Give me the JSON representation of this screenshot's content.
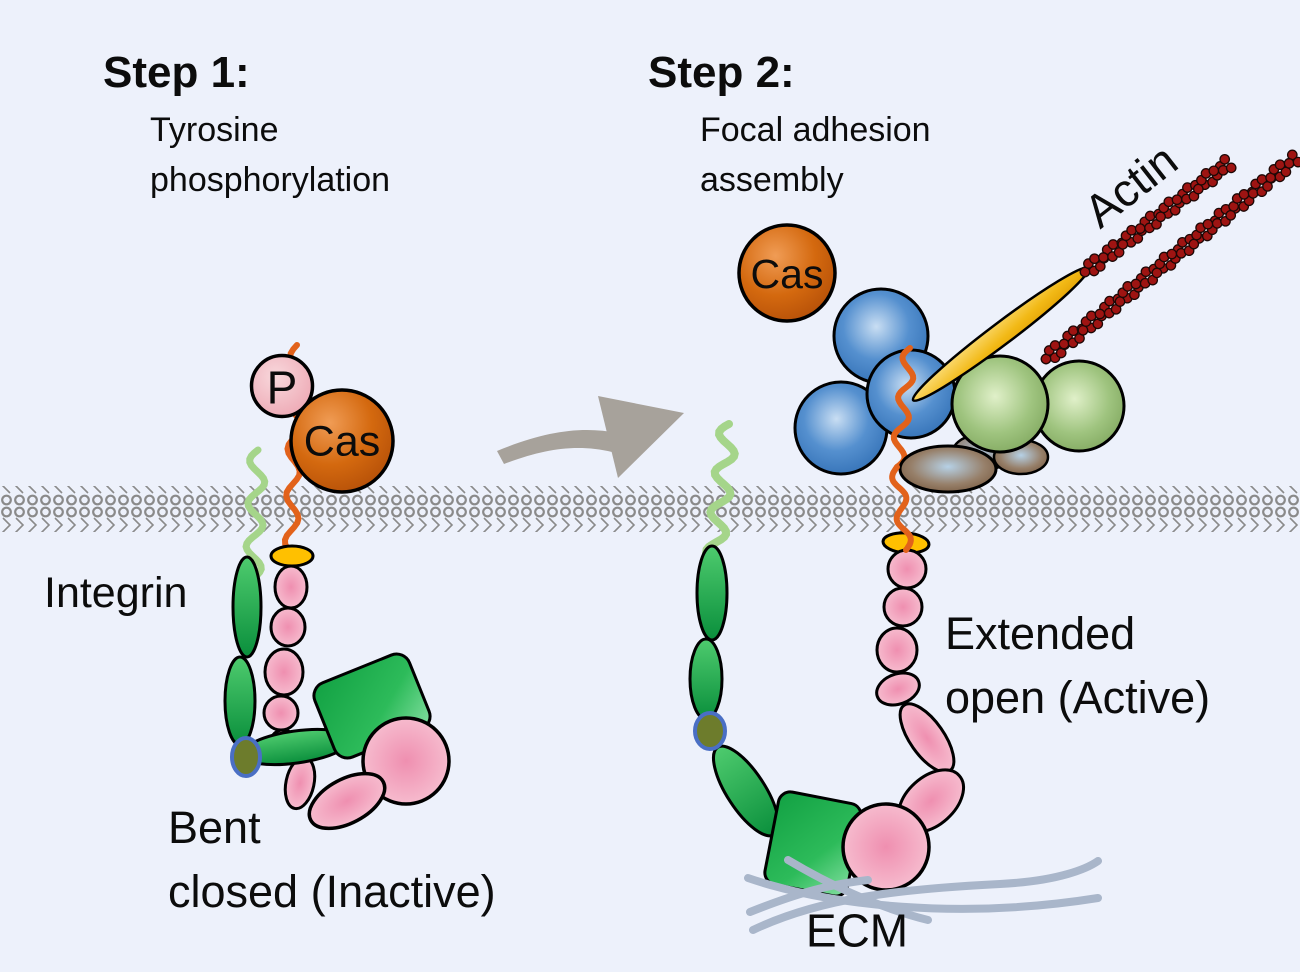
{
  "figure": {
    "description": "Integrin activation diagram: bent inactive integrin becomes extended open active integrin, recruiting a focal adhesion complex and actin"
  },
  "step1": {
    "title": "Step 1:",
    "subtitle_line1": "Tyrosine",
    "subtitle_line2": "phosphorylation",
    "integrin_label": "Integrin",
    "state_line1": "Bent",
    "state_line2": "closed (Inactive)",
    "phospho_label": "P",
    "cas_label": "Cas"
  },
  "step2": {
    "title": "Step 2:",
    "subtitle_line1": "Focal adhesion",
    "subtitle_line2": "assembly",
    "cas_label": "Cas",
    "actin_label": "Actin",
    "ecm_label": "ECM",
    "state_line1": "Extended",
    "state_line2": "open (Active)"
  },
  "colors": {
    "background": "#edf1fb",
    "text": "#0c0c0c",
    "membrane_gray": "#8a8a8a",
    "arrow_gray": "#a7a29b",
    "cas_orange": "#c85f12",
    "p_pink": "#efacb6",
    "blue_sphere": "#4a86c8",
    "green_sphere": "#94b973",
    "brown_blob": "#8a6f58",
    "actin_red": "#9e1412",
    "spindle_gold": "#f0b516",
    "integrin_green": "#1aa84a",
    "integrin_pink": "#f5b4c9",
    "anchor_yellow": "#ffc000",
    "knee_olive": "#6d7c2c",
    "knee_ring_blue": "#4a6fc4",
    "squiggle_green": "#a5d58a",
    "squiggle_orange": "#e2621b",
    "ecm_gray_blue": "#a9b6ca"
  }
}
